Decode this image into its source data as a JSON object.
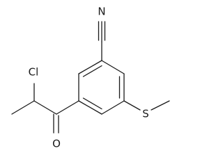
{
  "molecule": {
    "atoms": {
      "nitrogen": "N",
      "chlorine": "Cl",
      "oxygen": "O",
      "sulfur": "S"
    }
  },
  "colors": {
    "ink": "#1a1a1a",
    "background": "#ffffff"
  }
}
